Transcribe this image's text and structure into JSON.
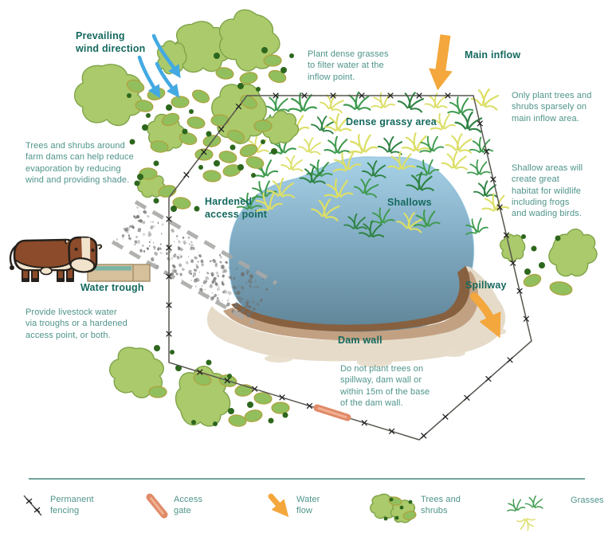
{
  "diagram": {
    "labels": {
      "prevailing_wind": "Prevailing\nwind direction",
      "trees_note": "Trees and shrubs around\nfarm dams can help reduce\nevaporation by reducing\nwind and providing shade.",
      "inflow_note": "Plant dense grasses\nto filter water at the\ninflow point.",
      "main_inflow": "Main inflow",
      "sparse_note": "Only plant trees and\nshrubs sparsely on\nmain inflow area.",
      "dense_grassy": "Dense grassy area",
      "shallow_note": "Shallow areas will\ncreate great\nhabitat for wildlife\nincluding frogs\nand wading birds.",
      "shallows": "Shallows",
      "hardened_access": "Hardened\naccess point",
      "water_trough": "Water trough",
      "livestock_note": "Provide livestock water\nvia troughs or a hardened\naccess point, or both.",
      "spillway": "Spillway",
      "dam_wall": "Dam wall",
      "no_trees_note": "Do not plant trees on\nspillway, dam wall or\nwithin 15m of the base\nof the dam wall."
    }
  },
  "legend": {
    "items": [
      {
        "icon": "permanent-fencing-icon",
        "label": "Permanent\nfencing"
      },
      {
        "icon": "access-gate-icon",
        "label": "Access\ngate"
      },
      {
        "icon": "water-flow-icon",
        "label": "Water\nflow"
      },
      {
        "icon": "trees-shrubs-icon",
        "label": "Trees and\nshrubs"
      },
      {
        "icon": "grasses-icon",
        "label": "Grasses"
      }
    ]
  },
  "colors": {
    "teal_dark": "#14695e",
    "teal_body": "#4f948a",
    "blue_arrow": "#43a9e2",
    "orange": "#f3a73c",
    "gate_salmon": "#e08a68",
    "gate_highlight": "#f0b193",
    "tree_fill": "#abca6b",
    "tree_stroke": "#7fa44a",
    "shrub_fill": "#92bf5d",
    "shrub_stroke": "#b0a03e",
    "dot_green": "#2d671d",
    "grass_green": "#3f9b4f",
    "grass_green_dark": "#2f8344",
    "grass_yellow": "#dcdf67",
    "water_top": "#a7d2e8",
    "water_mid": "#7fa9c0",
    "water_bottom": "#5e8396",
    "water_edge": "#79b7d6",
    "sand_light": "#e6dbc9",
    "sand_mid": "#c2a183",
    "sand_dark": "#87603f",
    "fence_line": "#56554e",
    "fence_x": "#1c1c1c",
    "stipple_gray": "#6f6f6d",
    "stipple_edge": "#a9a9a7",
    "cow_brown": "#8c4b2a",
    "cow_cream": "#f2e3cc",
    "cow_outline": "#26211c",
    "trough_fill": "#d6c09c",
    "trough_stroke": "#a5906c",
    "trough_water": "#7cb4a4",
    "legend_divider": "#45837b"
  }
}
